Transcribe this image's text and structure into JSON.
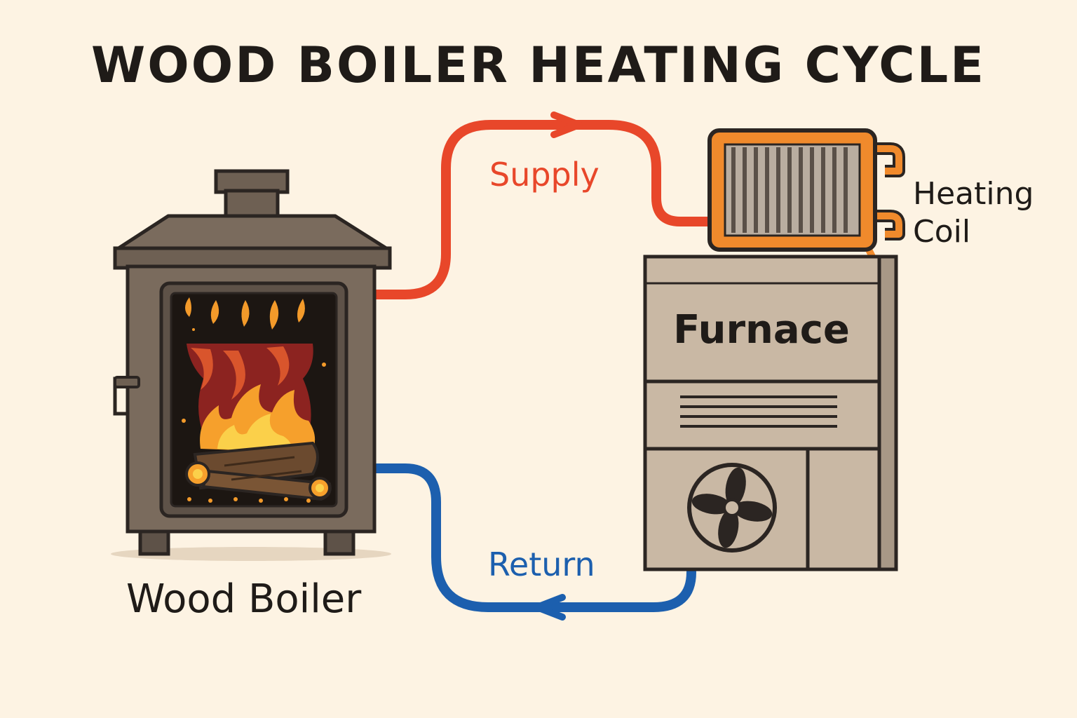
{
  "title": "WOOD BOILER HEATING CYCLE",
  "labels": {
    "supply": "Supply",
    "return": "Return",
    "heating_coil_line1": "Heating",
    "heating_coil_line2": "Coil",
    "furnace": "Furnace",
    "wood_boiler": "Wood Boiler"
  },
  "colors": {
    "background": "#fdf3e3",
    "supply_pipe": "#e8472a",
    "return_pipe": "#1c5fae",
    "coil": "#f08a2c",
    "boiler_body": "#7a6b5d",
    "furnace_body": "#c9b8a4",
    "outline": "#2b2522"
  }
}
